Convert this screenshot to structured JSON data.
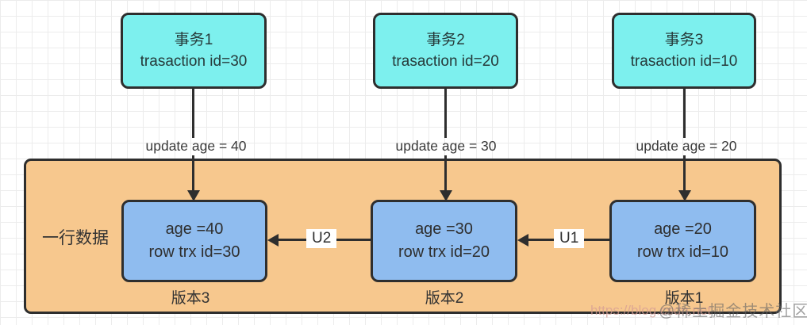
{
  "transactions": [
    {
      "title": "事务1",
      "subtitle": "trasaction id=30",
      "update_label": "update age = 40"
    },
    {
      "title": "事务2",
      "subtitle": "trasaction id=20",
      "update_label": "update age = 30"
    },
    {
      "title": "事务3",
      "subtitle": "trasaction id=10",
      "update_label": "update age = 20"
    }
  ],
  "row_container": {
    "label": "一行数据"
  },
  "versions": [
    {
      "line1": "age =40",
      "line2": "row trx id=30",
      "caption": "版本3"
    },
    {
      "line1": "age =30",
      "line2": "row trx id=20",
      "caption": "版本2"
    },
    {
      "line1": "age =20",
      "line2": "row trx id=10",
      "caption": "版本1"
    }
  ],
  "undo_links": [
    {
      "label": "U2"
    },
    {
      "label": "U1"
    }
  ],
  "watermark": {
    "url_text": "https://blog.csdn.net",
    "community_text": "@稀土掘金技术社区"
  },
  "colors": {
    "transaction_fill": "#7DF0EE",
    "version_fill": "#8FBCEF",
    "container_fill": "#F7C88E",
    "stroke": "#2E2E2E"
  }
}
